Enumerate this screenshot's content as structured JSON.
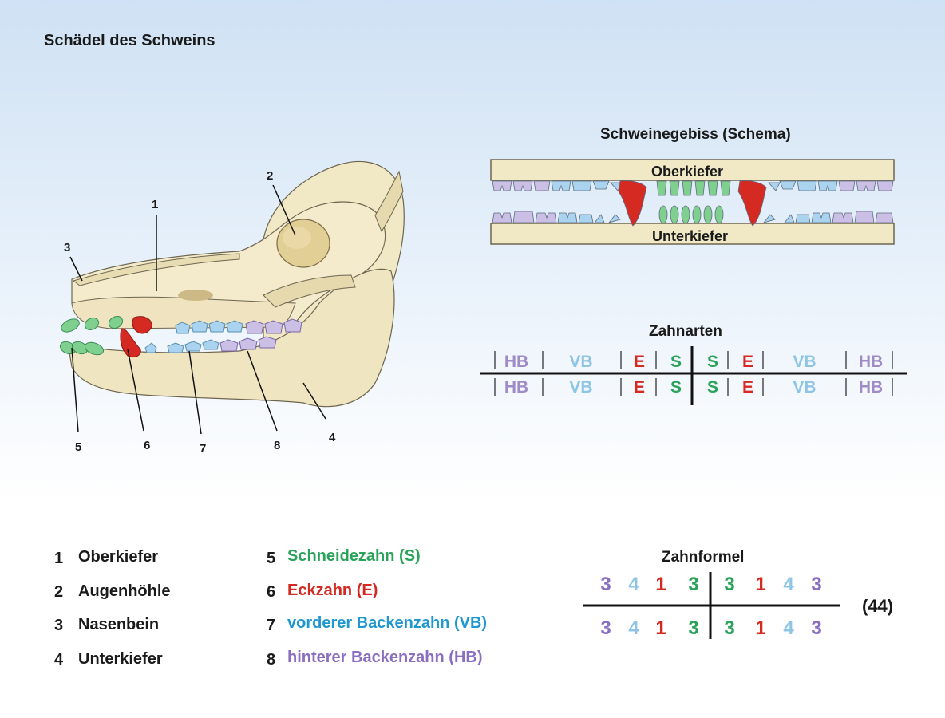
{
  "page_title": "Schädel des Schweins",
  "skull_labels": [
    "1",
    "2",
    "3",
    "4",
    "5",
    "6",
    "7",
    "8"
  ],
  "schema": {
    "title": "Schweinegebiss (Schema)",
    "upper_jaw": "Oberkiefer",
    "lower_jaw": "Unterkiefer"
  },
  "zahnarten": {
    "title": "Zahnarten",
    "upper": [
      "HB",
      "VB",
      "E",
      "S",
      "S",
      "E",
      "VB",
      "HB"
    ],
    "lower": [
      "HB",
      "VB",
      "E",
      "S",
      "S",
      "E",
      "VB",
      "HB"
    ]
  },
  "legend": [
    {
      "num": "1",
      "text": "Oberkiefer"
    },
    {
      "num": "2",
      "text": "Augenhöhle"
    },
    {
      "num": "3",
      "text": "Nasenbein"
    },
    {
      "num": "4",
      "text": "Unterkiefer"
    },
    {
      "num": "5",
      "text": "Schneidezahn (S)"
    },
    {
      "num": "6",
      "text": "Eckzahn (E)"
    },
    {
      "num": "7",
      "text": "vorderer Backenzahn (VB)"
    },
    {
      "num": "8",
      "text": "hinterer Backenzahn (HB)"
    }
  ],
  "zahnformel": {
    "title": "Zahnformel",
    "upper": [
      "3",
      "4",
      "1",
      "3",
      "3",
      "1",
      "4",
      "3"
    ],
    "lower": [
      "3",
      "4",
      "1",
      "3",
      "3",
      "1",
      "4",
      "3"
    ],
    "total": "(44)"
  },
  "colors": {
    "S": "#2aa35a",
    "E": "#d42a22",
    "VB": "#8fc5e4",
    "HB": "#9f8bc6",
    "VB_text": "#1f97cf",
    "HB_text": "#8a6fc0",
    "bone": "#f1e8c5",
    "bone_dark": "#d9c89a",
    "teeth_S": "#7fd08e",
    "teeth_VB": "#a9d3ee",
    "teeth_HB": "#cbbfe6"
  }
}
